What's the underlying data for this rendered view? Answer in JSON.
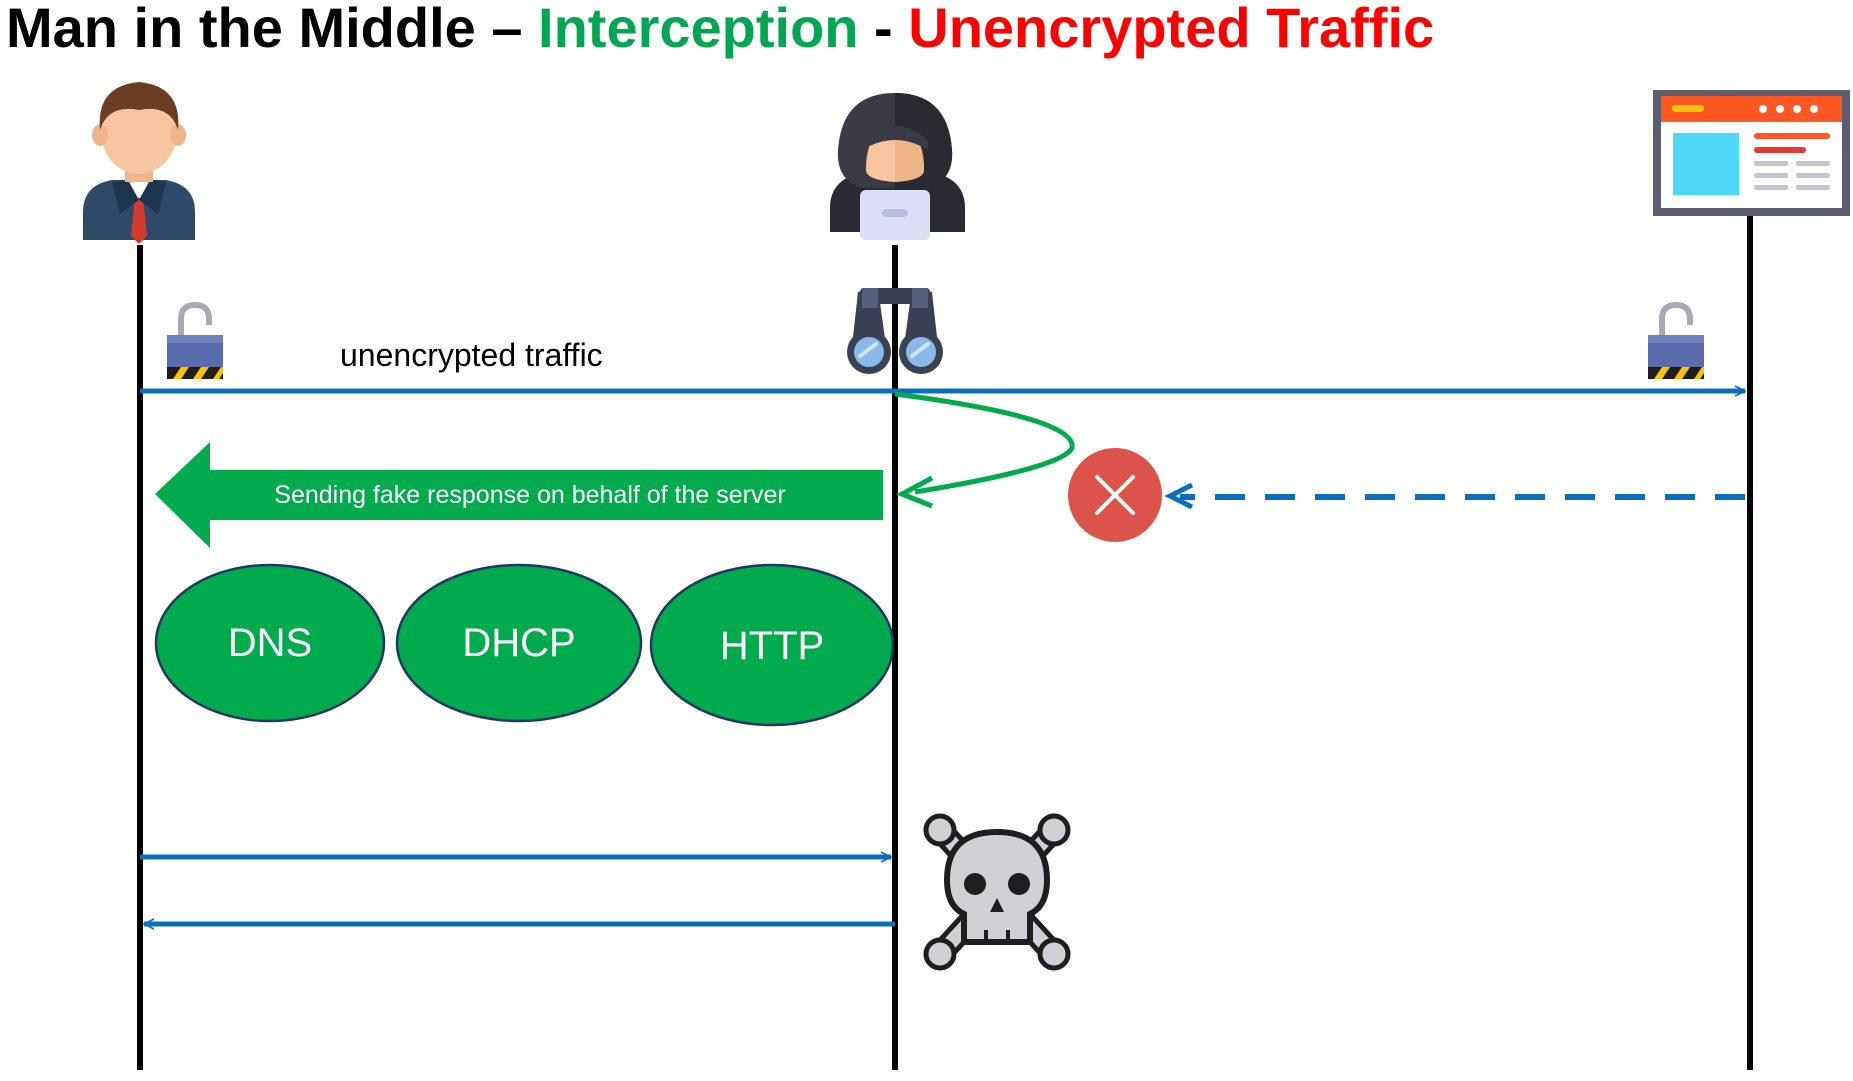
{
  "title": {
    "part1": "Man in the Middle – ",
    "part2": "Interception",
    "part3": " - ",
    "part4": "Unencrypted Traffic"
  },
  "colors": {
    "title_black": "#000000",
    "title_green": "#00a650",
    "title_red": "#ff0000",
    "arrow_blue": "#0a6ebd",
    "green": "#00ab4e",
    "ellipse_border": "#1f3864",
    "blocked_red": "#dc5449",
    "lifeline": "#000000"
  },
  "actors": {
    "client": {
      "icon": "businessman-icon"
    },
    "attacker": {
      "icon": "hooded-hacker-icon"
    },
    "server": {
      "icon": "web-browser-window-icon"
    }
  },
  "messages": {
    "request_label": "unencrypted traffic",
    "fake_response_label": "Sending fake response on behalf of the server"
  },
  "protocols": [
    "DNS",
    "DHCP",
    "HTTP"
  ],
  "icons": {
    "open_lock": "open-padlock-icon",
    "binoculars": "binoculars-icon",
    "blocked": "x-circle-icon",
    "skull": "skull-crossbones-icon"
  }
}
